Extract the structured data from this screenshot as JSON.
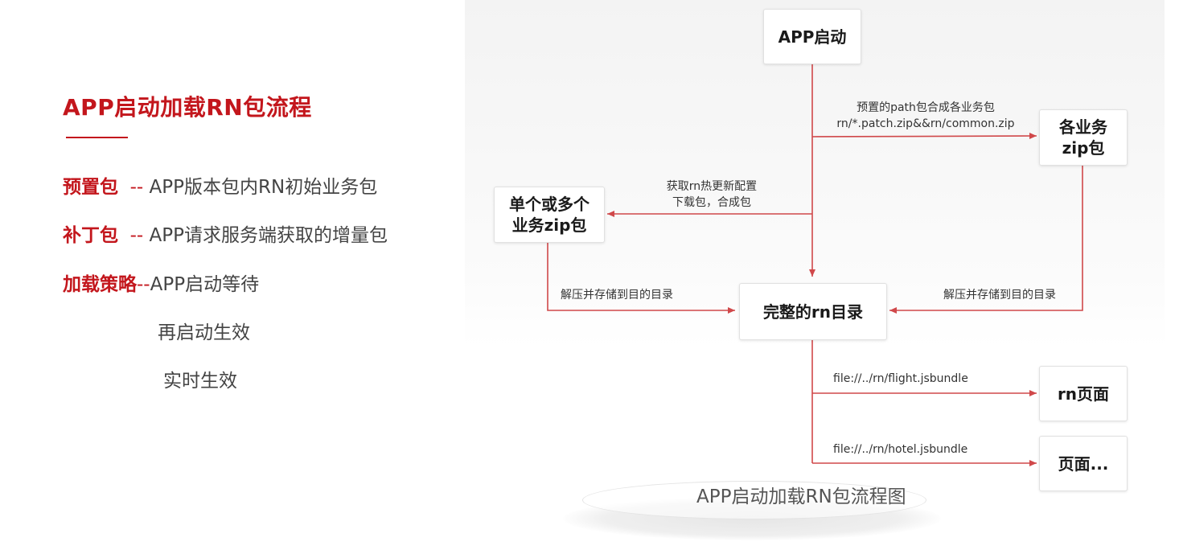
{
  "left": {
    "title": "APP启动加载RN包流程",
    "items": [
      {
        "key": "预置包",
        "sep": "  -- ",
        "text": "APP版本包内RN初始业务包"
      },
      {
        "key": "补丁包",
        "sep": "  -- ",
        "text": "APP请求服务端获取的增量包"
      },
      {
        "key": "加载策略",
        "sep": "--",
        "text": "APP启动等待"
      }
    ],
    "sub_items": [
      "再启动生效",
      "实时生效"
    ]
  },
  "flow": {
    "nodes": {
      "app_start": "APP启动",
      "business_zip_line1": "各业务",
      "business_zip_line2": "zip包",
      "single_multi_line1": "单个或多个",
      "single_multi_line2": "业务zip包",
      "rn_dir": "完整的rn目录",
      "rn_page": "rn页面",
      "page_more": "页面..."
    },
    "edges": {
      "preset_line1": "预置的path包合成各业务包",
      "preset_line2": "rn/*.patch.zip&&rn/common.zip",
      "hotupdate_line1": "获取rn热更新配置",
      "hotupdate_line2": "下载包，合成包",
      "unzip_left": "解压并存储到目的目录",
      "unzip_right": "解压并存储到目的目录",
      "flight_bundle": "file://../rn/flight.jsbundle",
      "hotel_bundle": "file://../rn/hotel.jsbundle"
    },
    "arrow_color": "#d0484a",
    "accent_color": "#c3161c"
  },
  "caption": "APP启动加载RN包流程图"
}
